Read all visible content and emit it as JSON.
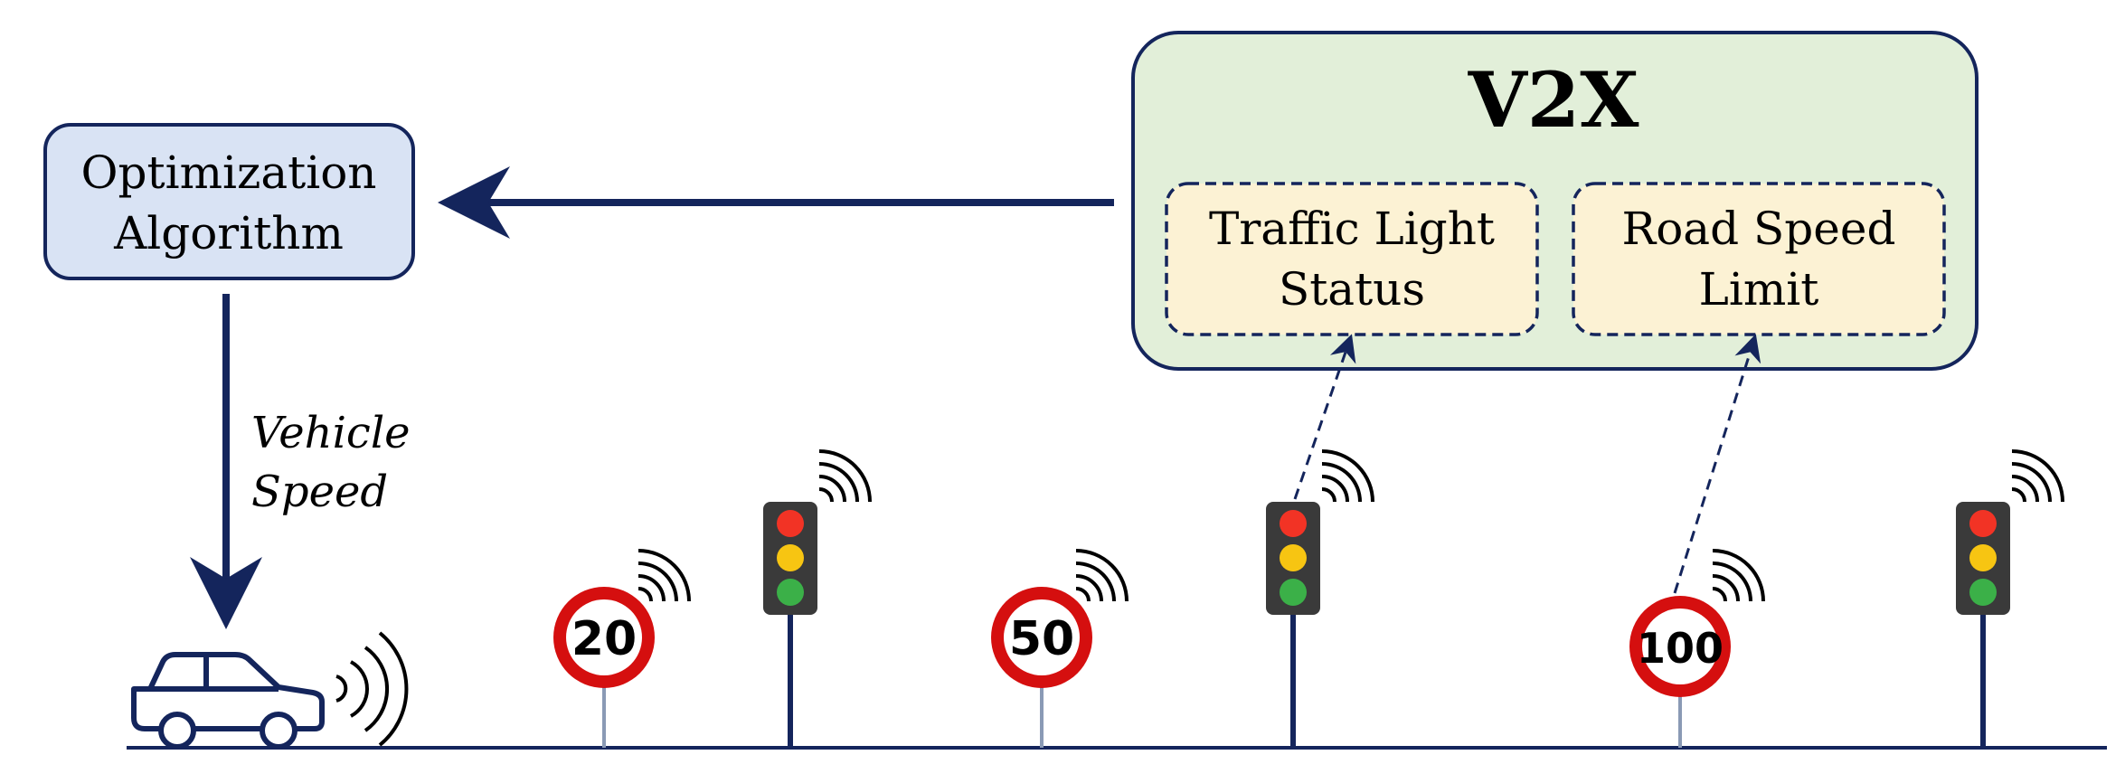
{
  "optimization": {
    "line1": "Optimization",
    "line2": "Algorithm"
  },
  "v2x": {
    "title": "V2X",
    "traffic_light_status": {
      "line1": "Traffic Light",
      "line2": "Status"
    },
    "road_speed_limit": {
      "line1": "Road Speed",
      "line2": "Limit"
    }
  },
  "vehicle_speed": {
    "line1": "Vehicle",
    "line2": "Speed"
  },
  "speed_signs": [
    "20",
    "50",
    "100"
  ],
  "colors": {
    "navy": "#14255c",
    "opt_box_fill": "#d9e3f4",
    "v2x_fill": "#e2efd9",
    "inner_fill": "#fcf2d4",
    "sign_red": "#d50f0f",
    "light_red": "#f23325",
    "light_yellow": "#f7c512",
    "light_green": "#3bb048",
    "light_housing": "#3a3a3a"
  }
}
